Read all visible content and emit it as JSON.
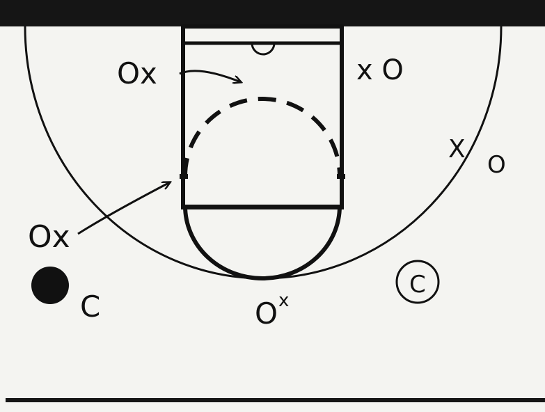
{
  "diagram": {
    "title": "",
    "colors": {
      "ink": "#111111",
      "paper": "#f4f4f1",
      "speckle": "#c9c9c4"
    },
    "players": [
      {
        "id": "left-wing",
        "label": "Ox"
      },
      {
        "id": "left-corner",
        "label": "Ox"
      },
      {
        "id": "top-of-key",
        "label": "O",
        "tag": "x"
      },
      {
        "id": "right-block",
        "label": "x O"
      },
      {
        "id": "right-wing-x",
        "label": "X"
      },
      {
        "id": "right-wing-o",
        "label": "O"
      }
    ],
    "coaches": [
      {
        "id": "coach-left",
        "label": "C",
        "marker": "filled-circle"
      },
      {
        "id": "coach-right",
        "label": "C",
        "marker": "circled"
      }
    ],
    "arrows": [
      {
        "from": "left-wing",
        "to": "lane",
        "style": "curved"
      },
      {
        "from": "left-corner",
        "to": "lane-block",
        "style": "straight"
      }
    ]
  }
}
